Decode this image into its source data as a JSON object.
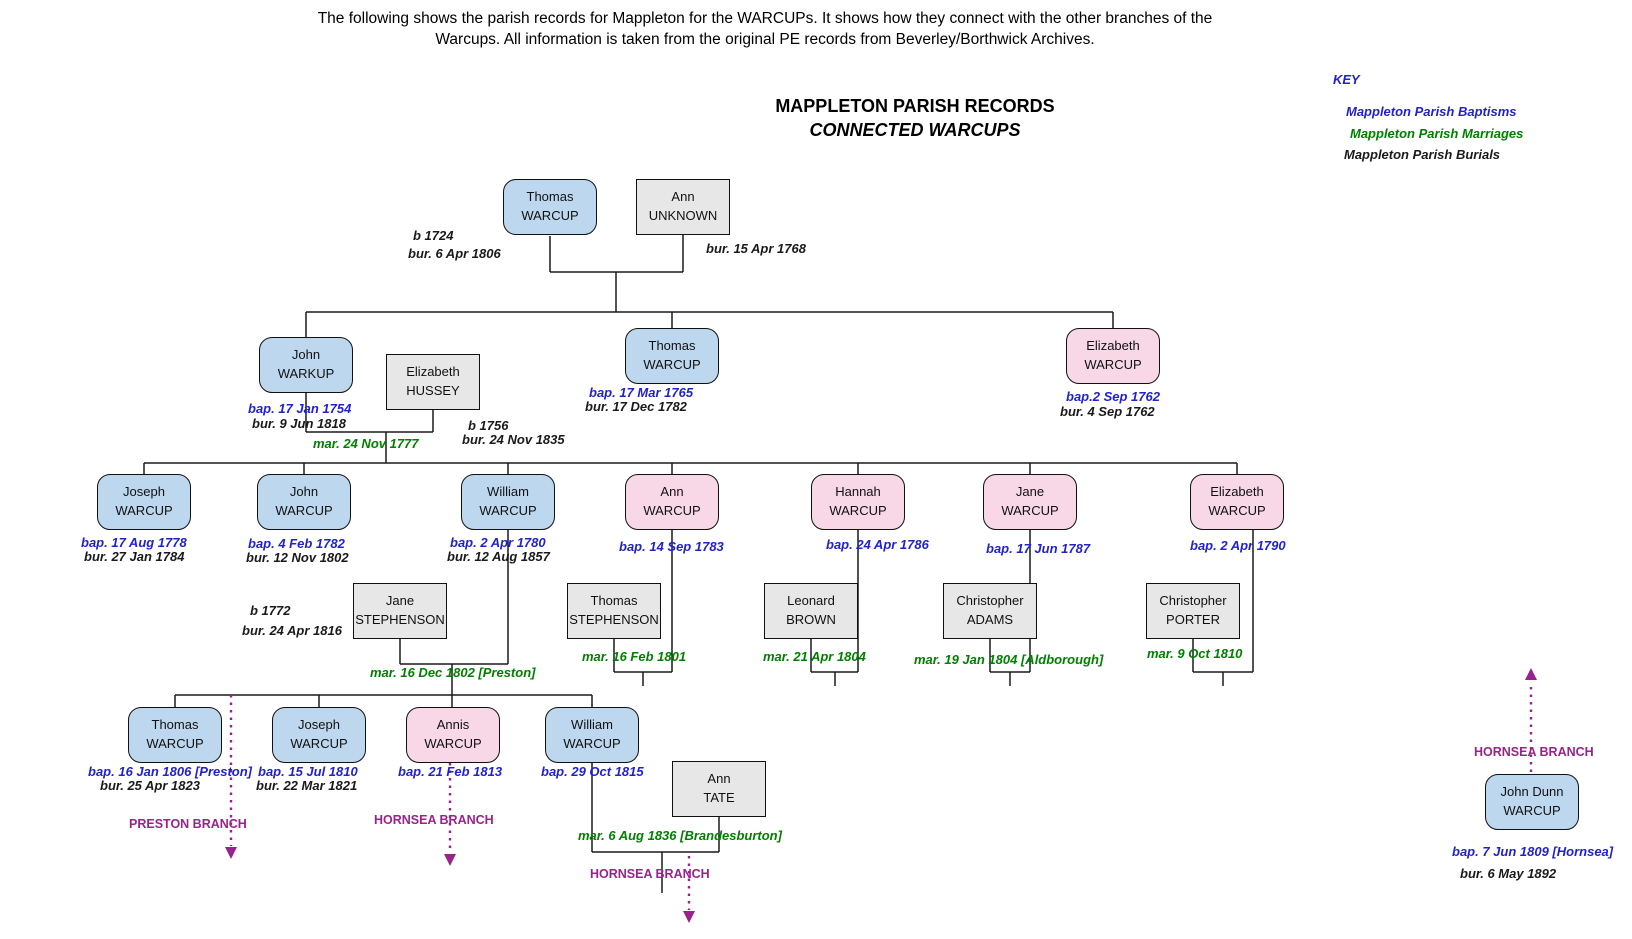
{
  "header": {
    "line1": "The following shows the parish records for Mappleton for the WARCUPs. It shows how they connect with the other branches of the",
    "line2": "Warcups. All information is taken from the original PE records from Beverley/Borthwick Archives."
  },
  "title": {
    "line1": "MAPPLETON PARISH RECORDS",
    "line2": "CONNECTED WARCUPS"
  },
  "key": {
    "title": "KEY",
    "baptisms": "Mappleton Parish Baptisms",
    "marriages": "Mappleton Parish Marriages",
    "burials": "Mappleton Parish Burials"
  },
  "colors": {
    "baptism_text": "#2222CC",
    "marriage_text": "#008000",
    "burial_text": "#1a1a1a",
    "branch_text": "#98238C",
    "male_box": "#BDD7EE",
    "female_box": "#F8D7E6",
    "spouse_box": "#E8E7E7"
  },
  "people": {
    "thomas_warcup_sr": {
      "first": "Thomas",
      "last": "WARCUP",
      "born": "b 1724",
      "buried": "bur. 6 Apr 1806"
    },
    "ann_unknown": {
      "first": "Ann",
      "last": "UNKNOWN",
      "buried": "bur. 15 Apr 1768"
    },
    "john_warkup": {
      "first": "John",
      "last": "WARKUP",
      "baptised": "bap. 17 Jan 1754",
      "buried": "bur. 9 Jun 1818"
    },
    "elizabeth_hussey": {
      "first": "Elizabeth",
      "last": "HUSSEY",
      "born": "b 1756",
      "buried": "bur. 24 Nov 1835",
      "married": "mar. 24 Nov 1777"
    },
    "thomas_warcup_2": {
      "first": "Thomas",
      "last": "WARCUP",
      "baptised": "bap. 17 Mar 1765",
      "buried": "bur. 17 Dec 1782"
    },
    "elizabeth_warcup_2": {
      "first": "Elizabeth",
      "last": "WARCUP",
      "baptised": "bap.2 Sep 1762",
      "buried": "bur. 4 Sep 1762"
    },
    "joseph_warcup_3": {
      "first": "Joseph",
      "last": "WARCUP",
      "baptised": "bap. 17 Aug 1778",
      "buried": "bur. 27 Jan 1784"
    },
    "john_warcup_3": {
      "first": "John",
      "last": "WARCUP",
      "baptised": "bap. 4 Feb 1782",
      "buried": "bur. 12 Nov 1802"
    },
    "william_warcup_3": {
      "first": "William",
      "last": "WARCUP",
      "baptised": "bap. 2 Apr 1780",
      "buried": "bur. 12 Aug 1857"
    },
    "ann_warcup_3": {
      "first": "Ann",
      "last": "WARCUP",
      "baptised": "bap. 14 Sep 1783"
    },
    "hannah_warcup_3": {
      "first": "Hannah",
      "last": "WARCUP",
      "baptised": "bap. 24 Apr 1786"
    },
    "jane_warcup_3": {
      "first": "Jane",
      "last": "WARCUP",
      "baptised": "bap. 17 Jun 1787"
    },
    "elizabeth_warcup_3": {
      "first": "Elizabeth",
      "last": "WARCUP",
      "baptised": "bap. 2 Apr 1790"
    },
    "jane_stephenson": {
      "first": "Jane",
      "last": "STEPHENSON",
      "born": "b 1772",
      "buried": "bur. 24 Apr 1816",
      "married": "mar. 16 Dec 1802 [Preston]"
    },
    "thomas_stephenson": {
      "first": "Thomas",
      "last": "STEPHENSON",
      "married": "mar. 16 Feb 1801"
    },
    "leonard_brown": {
      "first": "Leonard",
      "last": "BROWN",
      "married": "mar. 21 Apr 1804"
    },
    "christopher_adams": {
      "first": "Christopher",
      "last": "ADAMS",
      "married": "mar. 19 Jan 1804 [Aldborough]"
    },
    "christopher_porter": {
      "first": "Christopher",
      "last": "PORTER",
      "married": "mar. 9 Oct 1810"
    },
    "thomas_warcup_4": {
      "first": "Thomas",
      "last": "WARCUP",
      "baptised": "bap. 16 Jan 1806 [Preston]",
      "buried": "bur. 25 Apr 1823"
    },
    "joseph_warcup_4": {
      "first": "Joseph",
      "last": "WARCUP",
      "baptised": "bap. 15 Jul 1810",
      "buried": "bur. 22 Mar 1821"
    },
    "annis_warcup_4": {
      "first": "Annis",
      "last": "WARCUP",
      "baptised": "bap. 21 Feb 1813"
    },
    "william_warcup_4": {
      "first": "William",
      "last": "WARCUP",
      "baptised": "bap. 29 Oct 1815"
    },
    "ann_tate": {
      "first": "Ann",
      "last": "TATE",
      "married": "mar. 6 Aug 1836 [Brandesburton]"
    },
    "john_dunn_warcup": {
      "first": "John Dunn",
      "last": "WARCUP",
      "baptised": "bap. 7 Jun 1809 [Hornsea]",
      "buried": "bur. 6 May 1892"
    }
  },
  "branches": {
    "preston": "PRESTON BRANCH",
    "hornsea_annis": "HORNSEA BRANCH",
    "hornsea_william": "HORNSEA BRANCH",
    "hornsea_right": "HORNSEA BRANCH"
  }
}
